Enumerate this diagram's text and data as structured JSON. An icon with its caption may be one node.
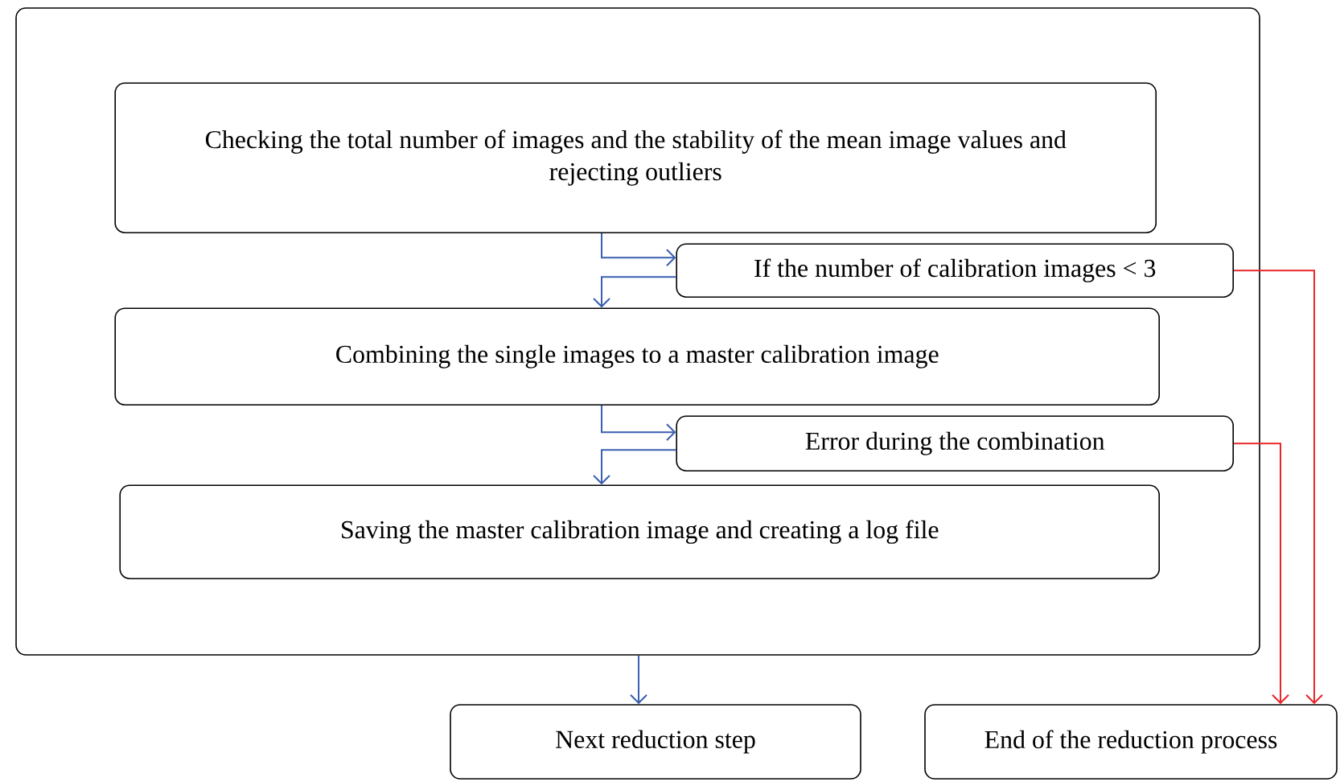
{
  "diagram": {
    "nodes": [
      {
        "text": [],
        "shape": "box"
      },
      {
        "text": [
          "Checking the total number of images and the stability of the mean image values and rejecting outliers"
        ],
        "in": 0
      },
      {
        "text": [
          "If the number of calibration images < 3"
        ],
        "in": 0
      },
      {
        "text": [
          "Combining the single images to a master calibration image"
        ],
        "in": 0
      },
      {
        "text": [
          "Error during the combination"
        ],
        "in": 0
      },
      {
        "text": [
          "Saving the master calibration image and creating a log file"
        ],
        "in": 0
      },
      {
        "text": [
          "Next reduction step"
        ]
      },
      {
        "text": [
          "End of the reduction process"
        ]
      }
    ],
    "edges": [
      {
        "from": 1,
        "to": 2,
        "arrow": "to"
      },
      {
        "from": 2,
        "to": 3,
        "arrow": "to"
      },
      {
        "from": 3,
        "to": 4,
        "arrow": "to"
      },
      {
        "from": 4,
        "to": 5,
        "arrow": "to"
      },
      {
        "from": 0,
        "to": 6,
        "arrow": "to"
      },
      {
        "from": 2,
        "to": 7,
        "arrow": "to",
        "color": "#e8262a"
      },
      {
        "from": 4,
        "to": 7,
        "arrow": "to",
        "color": "#e8262a"
      }
    ]
  }
}
